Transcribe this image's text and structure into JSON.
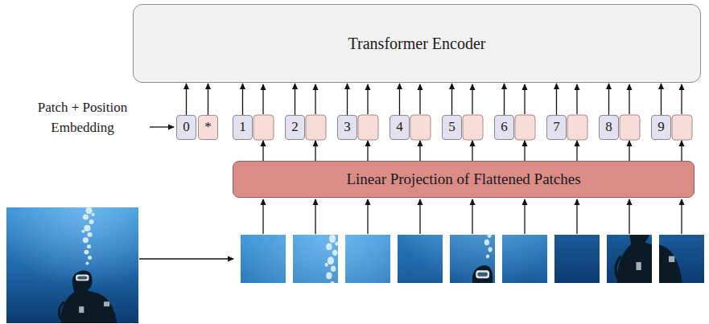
{
  "diagram": {
    "nodes": [
      {
        "text": [
          "Transformer Encoder"
        ]
      },
      {
        "text": [
          "0"
        ]
      },
      {
        "text": [
          "*"
        ]
      },
      {
        "text": [
          "1"
        ]
      },
      {
        "text": [
          "2"
        ]
      },
      {
        "text": [
          "3"
        ]
      },
      {
        "text": [
          "4"
        ]
      },
      {
        "text": [
          "5"
        ]
      },
      {
        "text": [
          "6"
        ]
      },
      {
        "text": [
          "7"
        ]
      },
      {
        "text": [
          "8"
        ]
      },
      {
        "text": [
          "9"
        ]
      },
      {
        "text": [
          "Linear Projection of Flattened Patches"
        ]
      }
    ],
    "edges": [
      {
        "from": 1,
        "to": 0,
        "arrow": "to"
      },
      {
        "from": 2,
        "to": 0,
        "arrow": "to"
      },
      {
        "from": 3,
        "to": 0,
        "arrow": "to"
      },
      {
        "from": 4,
        "to": 0,
        "arrow": "to"
      },
      {
        "from": 5,
        "to": 0,
        "arrow": "to"
      },
      {
        "from": 6,
        "to": 0,
        "arrow": "to"
      },
      {
        "from": 7,
        "to": 0,
        "arrow": "to"
      },
      {
        "from": 8,
        "to": 0,
        "arrow": "to"
      },
      {
        "from": 9,
        "to": 0,
        "arrow": "to"
      },
      {
        "from": 10,
        "to": 0,
        "arrow": "to"
      },
      {
        "from": 11,
        "to": 0,
        "arrow": "to"
      }
    ],
    "labels": [
      "Patch + Position Embedding"
    ]
  }
}
